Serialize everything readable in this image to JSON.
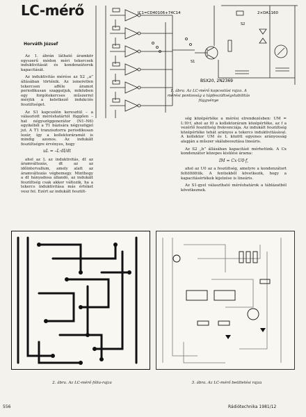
{
  "header": {
    "title": "LC-mérő",
    "author": "Horváth József"
  },
  "schematic": {
    "ic_label": "IC1=CD40106+74C14",
    "ic2_label": "2×DA1160",
    "transistor_label": "BSX20, 2N2369",
    "switch_label": "S1",
    "switch2_label": "S2"
  },
  "left_column": [
    "Az 1. ábrán látható áramkör egyszerű módon méri tekercsek induktivitását és kondenzátorok kapacitását.",
    "Az induktivitás mérése az S2 „a” állásában történik. Az ismeretlen tekercsen afféle áramot periodikusan szaggatjuk, miközben egy forgótekercses műszerrel mérjük a keletkező indukciós feszültséget.",
    "Az S1 kapcsolón keresztül – a választott méréshatártól függően – hat négyszöggenerátor (N1–N6) egyikéből a T1 bázisára négyszögjel jut. A T1 tranzisztorra periodikusan lezár, így a kollektoráramát is mindig azonos. Az indukált feszültségre érvényes, hogy"
  ],
  "formula1": "uL = –L·dI/dt",
  "left_column_b": [
    "ahol az L az induktivitás, dI az áramváltozás, dt az az időintervallum, amely alatt az áramváltozás végbemegy. Minthogy a dI hányadosa állandó, az indukált feszültség csak akkor változik, ha a tekercs induktivitása más értéket vesz fel. Ezért az indukált feszült-"
  ],
  "right_column": [
    "ség középértéke a mérési elrendezésben: UM = L·I0·f, ahol az I0 a kollektoráram középértéke, az f a vezérlő feszültség frekvenciája. Az indukált feszültség középértéke tehát arányos a tekercs induktivitásával. A kollektor UM és L között egyenes arányosság alapján a műszer skálabeosztása lineáris.",
    "Az S2 „b” állásában kapacitást mérhetünk. A Cx kondenzátor közepes kisülési árama:"
  ],
  "formula2": "IM = Cx·U0·f,",
  "right_column_b": [
    "ahol az U0 az a feszültség, amelyre a kondenzátort feltöltöttük. A fentiekből következik, hogy a kapacitásértékek kijelzése is lineáris.",
    "Az S1-gyel választható méréshatárok a táblázatból következnek."
  ],
  "captions": {
    "fig1": "1. ábra. Az LC-mérő kapcsolási rajza. A mérési pontosság a tápfeszültségstabilitás függvénye",
    "fig2": "2. ábra. Az LC-mérő fólia-rajza",
    "fig3": "3. ábra. Az LC-mérő beültetési rajza"
  },
  "footer": {
    "page": "556",
    "journal": "Rádiótechnika 1981/12"
  }
}
